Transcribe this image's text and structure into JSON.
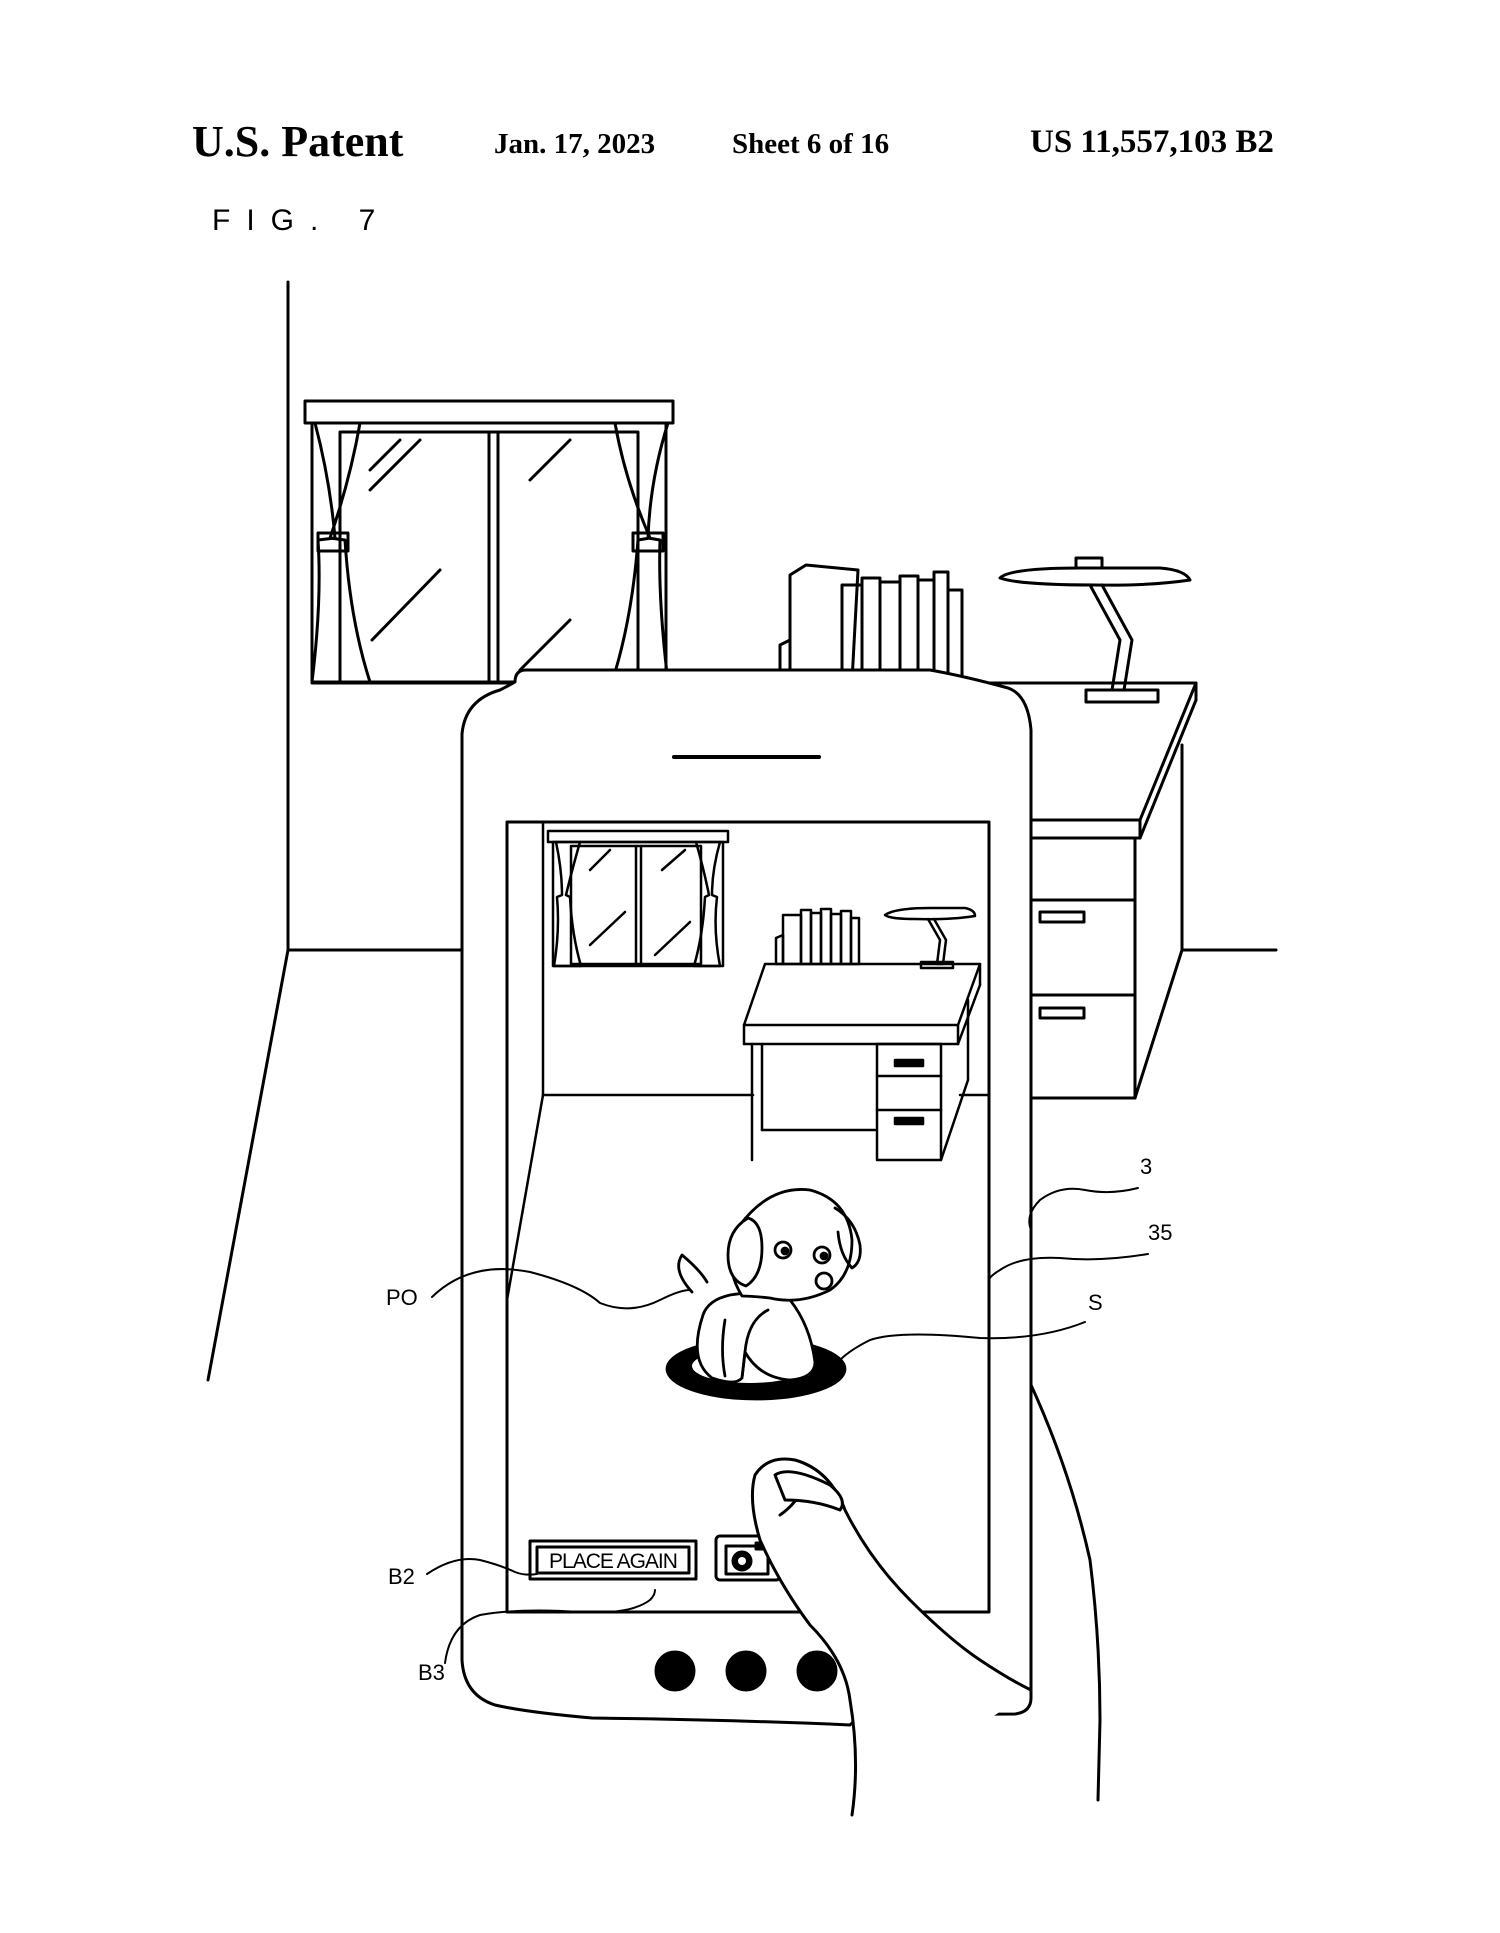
{
  "header": {
    "patent_label": "U.S. Patent",
    "date": "Jan. 17, 2023",
    "sheet": "Sheet 6 of 16",
    "patent_number": "US 11,557,103 B2"
  },
  "figure": {
    "label": "FIG. 7",
    "screen": {
      "place_again_button": "PLACE AGAIN",
      "camera_icon": "camera-icon"
    },
    "reference_labels": {
      "device": "3",
      "display": "35",
      "shadow": "S",
      "virtual_object": "PO",
      "place_again_button": "B2",
      "capture_button": "B3"
    }
  }
}
